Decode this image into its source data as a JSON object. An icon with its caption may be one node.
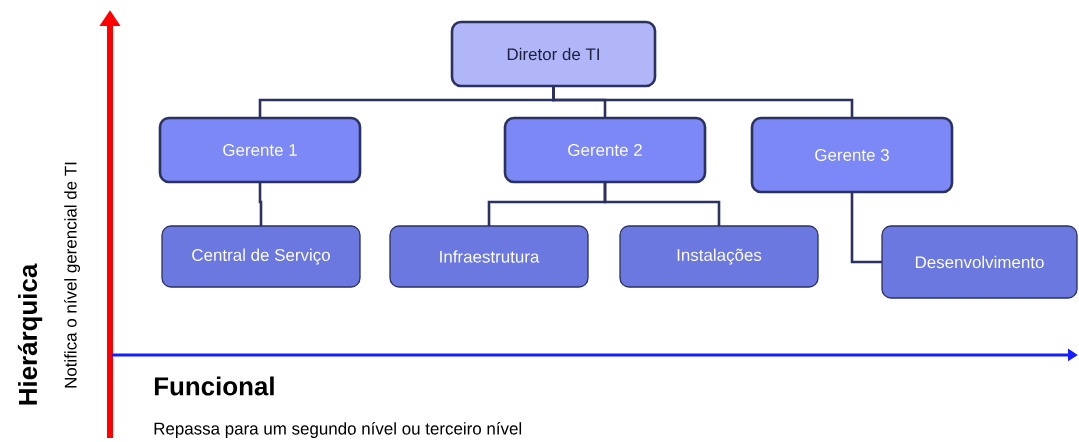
{
  "diagram": {
    "nodes": [
      {
        "text": [
          "Diretor de TI"
        ]
      },
      {
        "text": [
          "Gerente 1"
        ]
      },
      {
        "text": [
          "Gerente 2"
        ]
      },
      {
        "text": [
          "Gerente 3"
        ]
      },
      {
        "text": [
          "Central de Serviço"
        ]
      },
      {
        "text": [
          "Infraestrutura"
        ]
      },
      {
        "text": [
          "Instalações"
        ]
      },
      {
        "text": [
          "Desenvolvimento"
        ]
      }
    ],
    "edges": [
      {
        "from": 0,
        "to": 1,
        "arrow": "none"
      },
      {
        "from": 0,
        "to": 2,
        "arrow": "none"
      },
      {
        "from": 0,
        "to": 3,
        "arrow": "none"
      },
      {
        "from": 1,
        "to": 4,
        "arrow": "none"
      },
      {
        "from": 2,
        "to": 5,
        "arrow": "none"
      },
      {
        "from": 2,
        "to": 6,
        "arrow": "none"
      },
      {
        "from": 3,
        "to": 7,
        "arrow": "none"
      }
    ],
    "labels": [
      "Hierárquica",
      "Notifica o nível gerencial de TI",
      "Funcional",
      "Repassa para um segundo nível ou terceiro nível"
    ]
  }
}
